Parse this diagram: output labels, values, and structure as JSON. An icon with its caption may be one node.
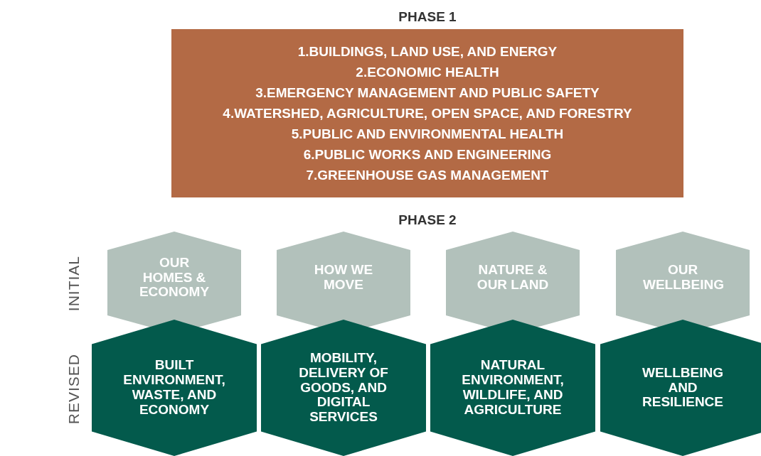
{
  "diagram": {
    "nodes": [
      {
        "text": [
          "PHASE 1",
          "1.BUILDINGS, LAND USE, AND ENERGY",
          "2.ECONOMIC HEALTH",
          "3.EMERGENCY MANAGEMENT AND PUBLIC SAFETY",
          "4.WATERSHED, AGRICULTURE, OPEN SPACE, AND FORESTRY",
          "5.PUBLIC AND ENVIRONMENTAL HEALTH",
          "6.PUBLIC WORKS AND ENGINEERING",
          "7.GREENHOUSE GAS MANAGEMENT"
        ]
      },
      {
        "text": [
          "OUR HOMES & ECONOMY"
        ]
      },
      {
        "text": [
          "HOW WE MOVE"
        ]
      },
      {
        "text": [
          "NATURE & OUR LAND"
        ]
      },
      {
        "text": [
          "OUR WELLBEING"
        ]
      },
      {
        "text": [
          "BUILT ENVIRONMENT, WASTE, AND ECONOMY"
        ]
      },
      {
        "text": [
          "MOBILITY, DELIVERY OF GOODS, AND DIGITAL SERVICES"
        ]
      },
      {
        "text": [
          "NATURAL ENVIRONMENT, WILDLIFE, AND AGRICULTURE"
        ]
      },
      {
        "text": [
          "WELLBEING AND RESILIENCE"
        ]
      }
    ],
    "labels": [
      "PHASE 2",
      "INITIAL",
      "REVISED"
    ]
  }
}
